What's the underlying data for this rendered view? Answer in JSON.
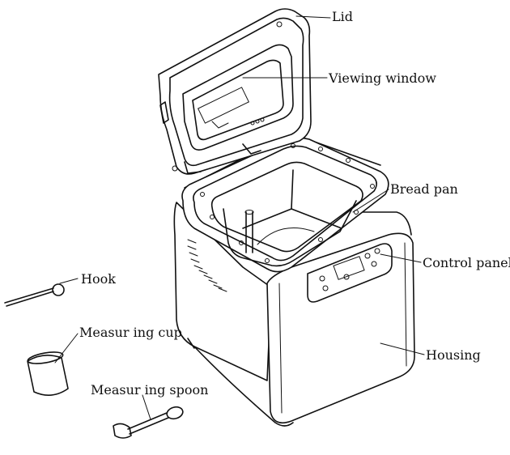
{
  "labels": {
    "lid": "Lid",
    "viewing_window": "Viewing window",
    "bread_pan": "Bread pan",
    "control_panel": "Control panel",
    "housing": "Housing",
    "hook": "Hook",
    "measuring_cup": "Measur ing cup",
    "measuring_spoon": "Measur ing spoon"
  },
  "colors": {
    "line": "#111111",
    "background": "#ffffff"
  }
}
